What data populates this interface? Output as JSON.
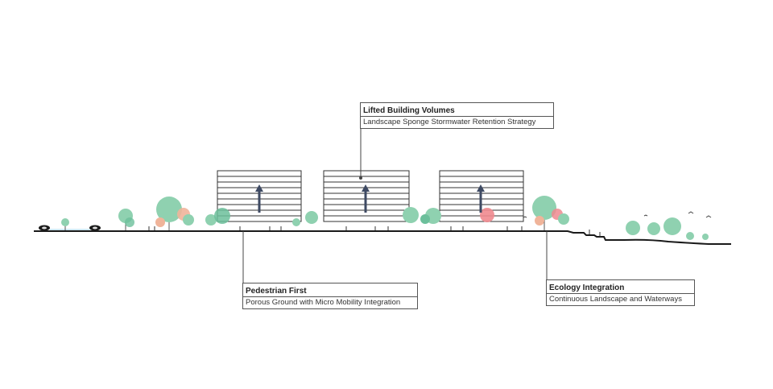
{
  "callouts": {
    "lifted": {
      "title": "Lifted Building Volumes",
      "subtitle": "Landscape Sponge Stormwater Retention Strategy"
    },
    "pedestrian": {
      "title": "Pedestrian First",
      "subtitle": "Porous Ground with Micro Mobility Integration"
    },
    "ecology": {
      "title": "Ecology Integration",
      "subtitle": "Continuous Landscape and Waterways"
    }
  },
  "colors": {
    "ground": "#1a1a1a",
    "building_lines": "#333333",
    "arrow": "#3e4a63",
    "tree_green": "#8fd1b0",
    "tree_green_dark": "#6cbf9b",
    "tree_pink": "#ef8a8f",
    "tree_peach": "#f0b49a",
    "leader": "#444444"
  },
  "icons": [
    "car-icon",
    "person-icon",
    "bird-icon",
    "tree-icon",
    "arrow-up-icon"
  ]
}
